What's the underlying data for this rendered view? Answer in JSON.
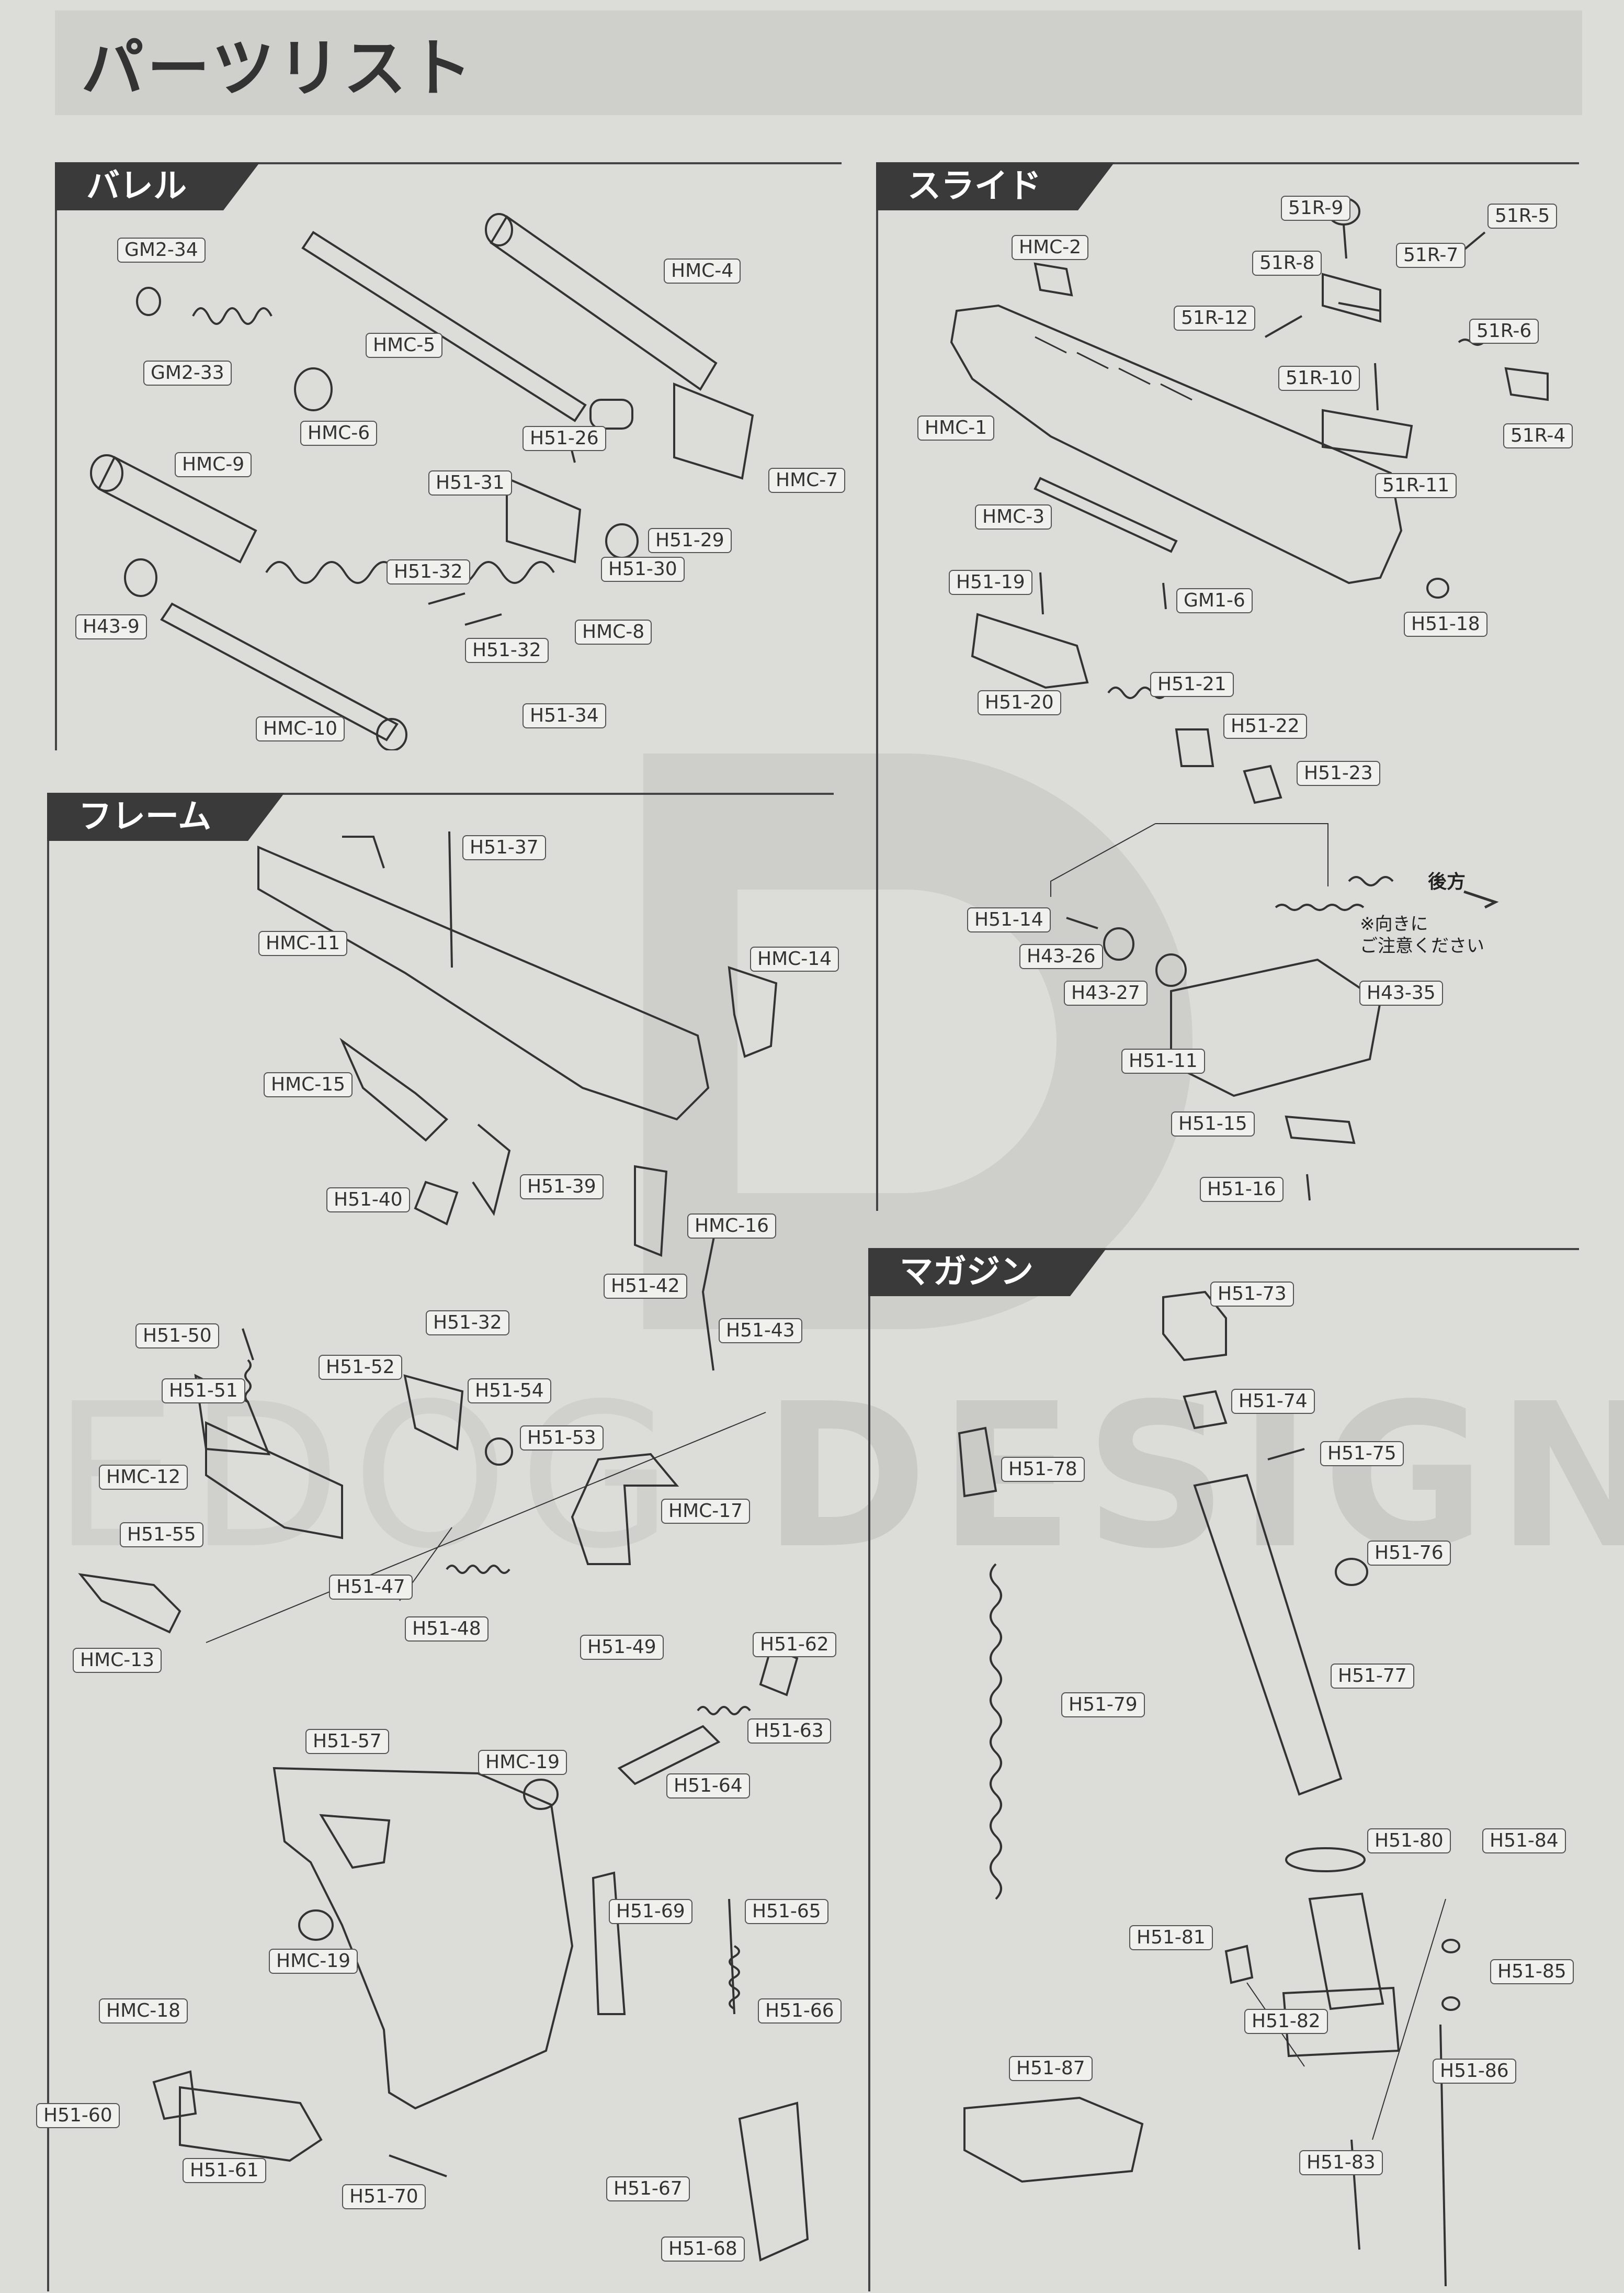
{
  "page": {
    "title": "パーツリスト"
  },
  "sections": {
    "barrel": {
      "title": "バレル",
      "parts": [
        "GM2-34",
        "GM2-33",
        "HMC-6",
        "HMC-5",
        "HMC-4",
        "H51-26",
        "HMC-9",
        "H51-31",
        "HMC-7",
        "H51-29",
        "H51-30",
        "H51-32",
        "H51-32",
        "HMC-8",
        "H43-9",
        "H51-34",
        "HMC-10"
      ]
    },
    "frame": {
      "title": "フレーム",
      "parts": [
        "H51-37",
        "HMC-11",
        "HMC-14",
        "HMC-15",
        "H51-40",
        "H51-39",
        "HMC-16",
        "H51-42",
        "H51-43",
        "H51-50",
        "H51-32",
        "H51-52",
        "H51-54",
        "H51-51",
        "H51-53",
        "HMC-12",
        "HMC-17",
        "H51-55",
        "H51-47",
        "HMC-13",
        "H51-48",
        "H51-49",
        "H51-62",
        "H51-63",
        "H51-57",
        "HMC-19",
        "H51-64",
        "HMC-19",
        "H51-69",
        "H51-65",
        "HMC-18",
        "H51-66",
        "H51-60",
        "H51-61",
        "H51-70",
        "H51-67",
        "H51-68"
      ]
    },
    "slide": {
      "title": "スライド",
      "parts": [
        "HMC-2",
        "51R-9",
        "51R-5",
        "51R-8",
        "51R-7",
        "51R-12",
        "51R-6",
        "51R-10",
        "HMC-1",
        "51R-4",
        "51R-11",
        "HMC-3",
        "H51-19",
        "GM1-6",
        "H51-18",
        "H51-21",
        "H51-20",
        "H51-22",
        "H51-23",
        "H51-14",
        "H43-26",
        "H43-27",
        "H43-35",
        "H51-11",
        "H51-15",
        "H51-16"
      ],
      "note_direction": "後方",
      "note_caution": "※向きに\nご注意ください"
    },
    "magazine": {
      "title": "マガジン",
      "parts": [
        "H51-73",
        "H51-74",
        "H51-75",
        "H51-78",
        "H51-76",
        "H51-77",
        "H51-79",
        "H51-80",
        "H51-84",
        "H51-81",
        "H51-85",
        "H51-82",
        "H51-87",
        "H51-86",
        "H51-83"
      ]
    }
  },
  "watermark": {
    "left_text": "EDOG",
    "right_text": "DESIGNS"
  }
}
